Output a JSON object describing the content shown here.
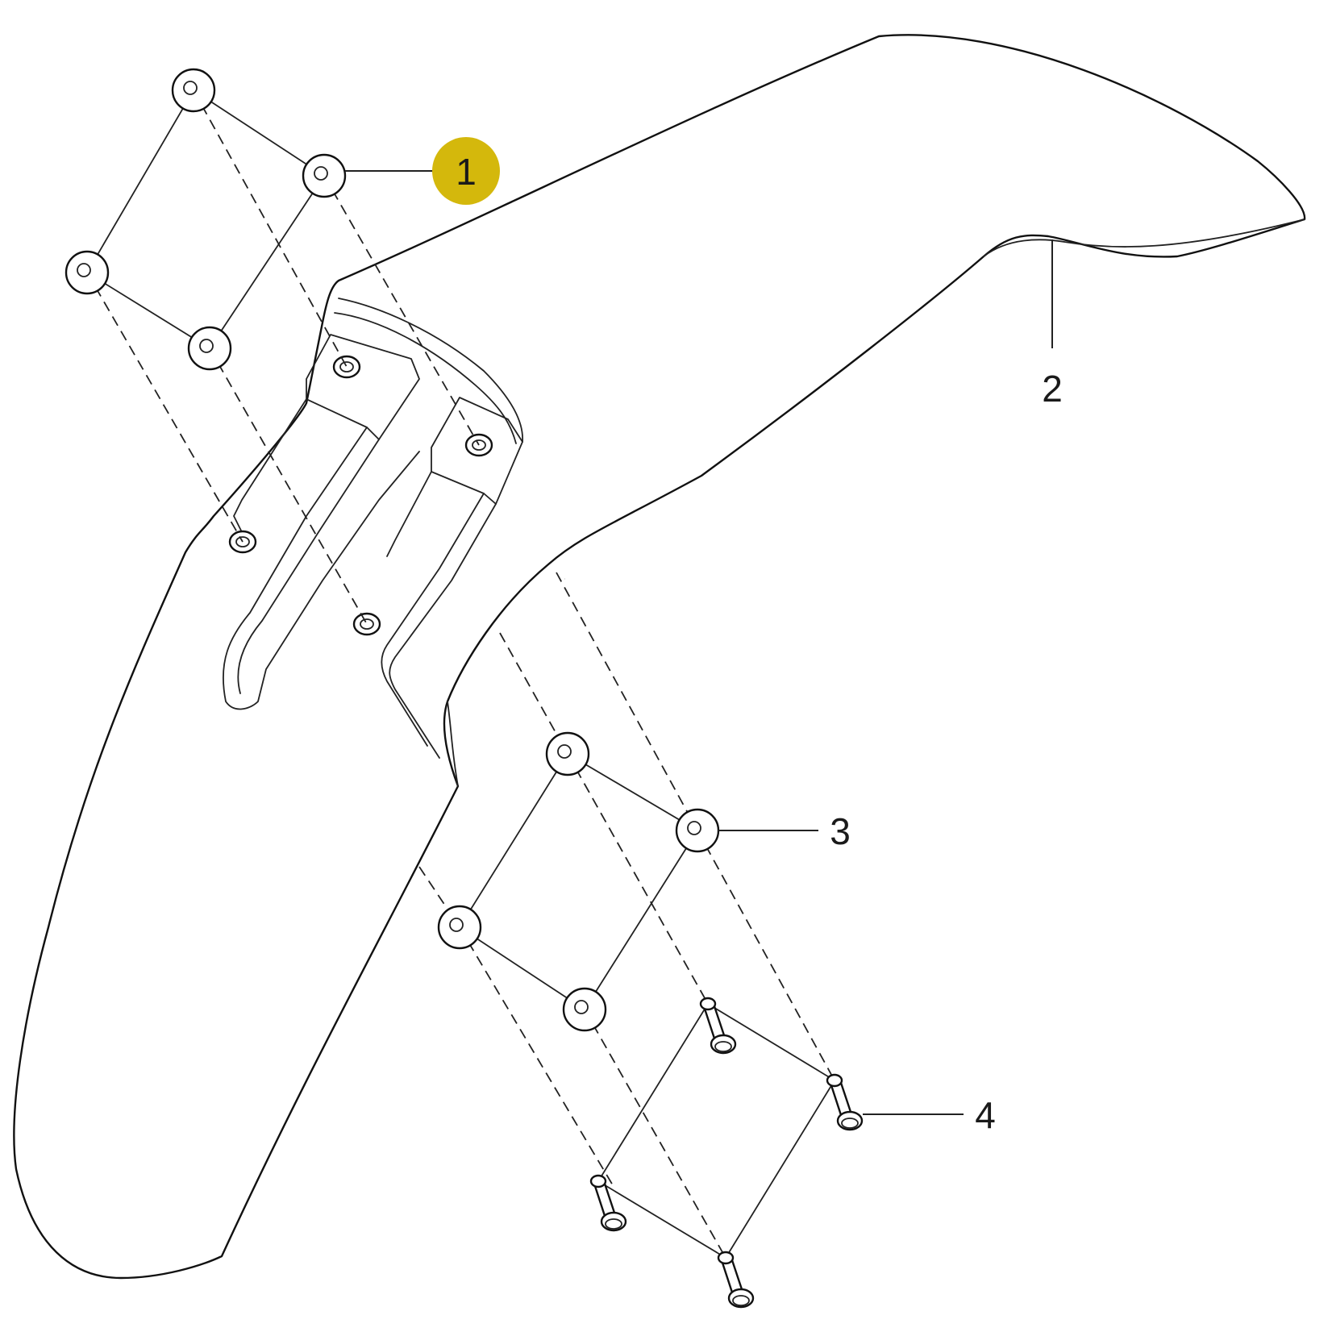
{
  "colors": {
    "line": "#111111",
    "highlight": "#d4b80c",
    "background": "#ffffff"
  },
  "callouts": {
    "washers_top": "1",
    "fender": "2",
    "washers_bottom": "3",
    "bolts": "4"
  },
  "highlighted_callout": "1"
}
